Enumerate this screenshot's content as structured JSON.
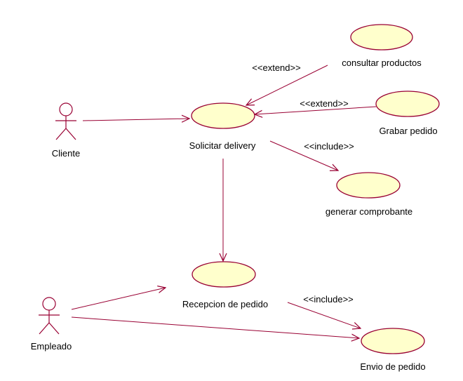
{
  "actors": [
    {
      "id": "cliente",
      "label": "Cliente"
    },
    {
      "id": "empleado",
      "label": "Empleado"
    }
  ],
  "use_cases": [
    {
      "id": "consultar",
      "label": "consultar productos"
    },
    {
      "id": "grabar",
      "label": "Grabar pedido"
    },
    {
      "id": "solicitar",
      "label": "Solicitar delivery"
    },
    {
      "id": "generar",
      "label": "generar comprobante"
    },
    {
      "id": "recepcion",
      "label": "Recepcion de pedido"
    },
    {
      "id": "envio",
      "label": "Envio de pedido"
    }
  ],
  "relations": [
    {
      "from": "cliente",
      "to": "solicitar",
      "stereotype": ""
    },
    {
      "from": "consultar",
      "to": "solicitar",
      "stereotype": "<<extend>>"
    },
    {
      "from": "grabar",
      "to": "solicitar",
      "stereotype": "<<extend>>"
    },
    {
      "from": "solicitar",
      "to": "generar",
      "stereotype": "<<include>>"
    },
    {
      "from": "solicitar",
      "to": "recepcion",
      "stereotype": ""
    },
    {
      "from": "empleado",
      "to": "recepcion",
      "stereotype": ""
    },
    {
      "from": "empleado",
      "to": "envio",
      "stereotype": ""
    },
    {
      "from": "recepcion",
      "to": "envio",
      "stereotype": "<<include>>"
    }
  ],
  "colors": {
    "line": "#990033",
    "use_case_fill": "#ffffcc",
    "background": "#ffffff"
  }
}
